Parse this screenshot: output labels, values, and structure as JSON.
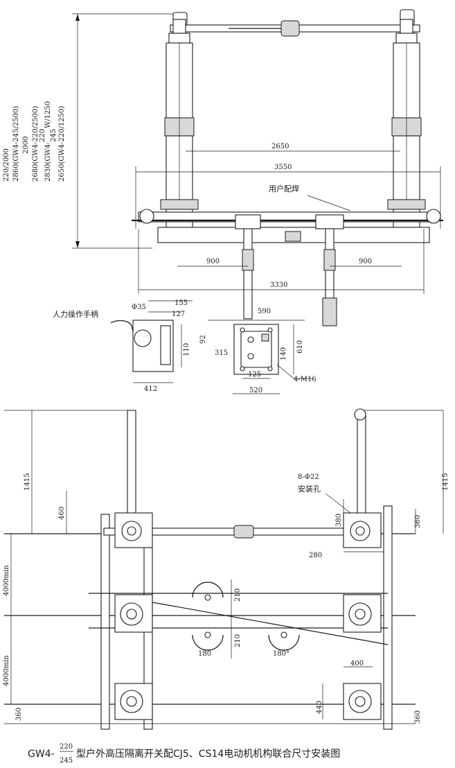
{
  "heights": [
    "220/2000",
    "2860(GW4-245/2500)",
    "2000",
    "2680(GW4-220/2500)",
    "2830(GW4-",
    "220",
    "245",
    "W/1250",
    "2650(GW4-220/1250)"
  ],
  "labels": {
    "user_weld": "用户配焊",
    "manual_handle": "人力操作手柄",
    "bolt": "4-M16",
    "mount_holes": "8-Φ22",
    "mount_holes_label": "安装孔"
  },
  "dims_top": {
    "d2650": "2650",
    "d3550": "3550",
    "d900a": "900",
    "d900b": "900",
    "d3330": "3330",
    "phi35": "Φ35",
    "d155": "155",
    "d127": "127",
    "d590": "590",
    "d92": "92",
    "d110": "110",
    "d315": "315",
    "d140": "140",
    "d610": "610",
    "d125": "125",
    "d412": "412",
    "d520": "520"
  },
  "dims_bottom": {
    "d1415a": "1415",
    "d1415b": "1415",
    "d460": "460",
    "d380": "380",
    "d360a": "360",
    "d280": "280",
    "d4000a": "4000min",
    "d4000b": "4000min",
    "d210a": "210",
    "d210b": "210",
    "d180a": "180",
    "d180b": "180°",
    "d400": "400",
    "d440": "440",
    "d360b": "360",
    "d360c": "360"
  },
  "caption": {
    "model": "GW4-",
    "frac_top": "220",
    "frac_bottom": "245",
    "text": "型户外高压隔离开关配CJ5、CS14电动机机构联合尺寸安装图"
  }
}
